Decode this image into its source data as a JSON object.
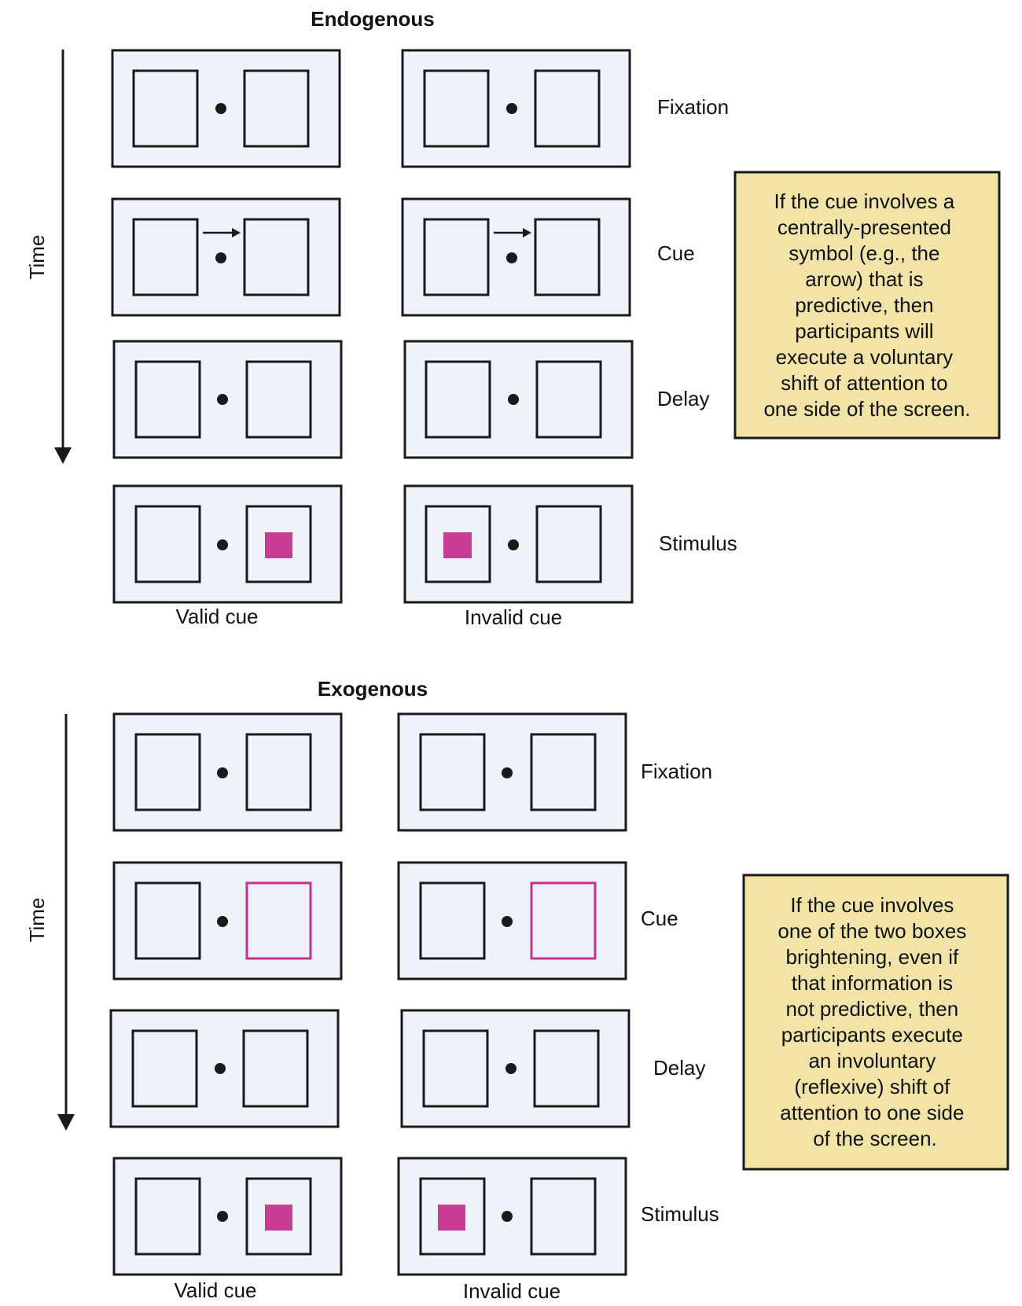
{
  "colors": {
    "screen_fill": "#eef2f9",
    "outline": "#1a1a1a",
    "cue_highlight": "#c8328c",
    "stimulus": "#c83c96",
    "note_fill": "#f2e4a6",
    "note_border": "#1a1a1a"
  },
  "sections": [
    {
      "title": "Endogenous",
      "time_label": "Time",
      "phases": [
        "Fixation",
        "Cue",
        "Delay",
        "Stimulus"
      ],
      "columns": [
        "Valid cue",
        "Invalid cue"
      ],
      "cue_type": "arrow",
      "valid_stimulus_side": "right",
      "invalid_stimulus_side": "left",
      "note_lines": [
        "If the cue involves a",
        "centrally-presented",
        "symbol (e.g., the",
        "arrow) that is",
        "predictive, then",
        "participants will",
        "execute a voluntary",
        "shift of attention to",
        "one side of the screen."
      ]
    },
    {
      "title": "Exogenous",
      "time_label": "Time",
      "phases": [
        "Fixation",
        "Cue",
        "Delay",
        "Stimulus"
      ],
      "columns": [
        "Valid cue",
        "Invalid cue"
      ],
      "cue_type": "box-brightening",
      "valid_stimulus_side": "right",
      "invalid_stimulus_side": "left",
      "note_lines": [
        "If the cue involves",
        "one of the two boxes",
        "brightening, even if",
        "that information is",
        "not predictive, then",
        "participants execute",
        "an involuntary",
        "(reflexive) shift of",
        "attention to one side",
        "of the screen."
      ]
    }
  ]
}
